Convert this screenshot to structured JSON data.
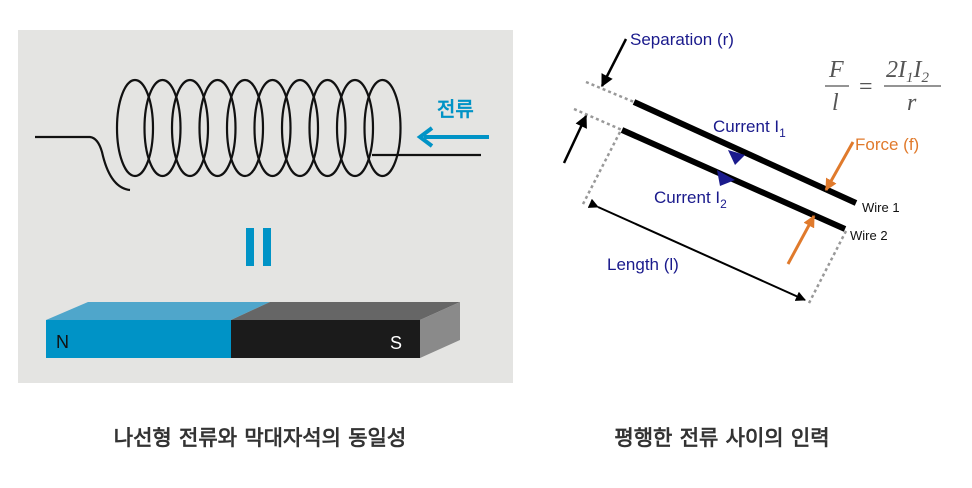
{
  "left_panel": {
    "current_label": "전류",
    "north_label": "N",
    "south_label": "S",
    "caption": "나선형 전류와 막대자석의 동일성"
  },
  "right_panel": {
    "separation_label": "Separation (r)",
    "current1_label": "Current I",
    "current1_sub": "1",
    "current2_label": "Current I",
    "current2_sub": "2",
    "force_label": "Force (f)",
    "wire1_label": "Wire 1",
    "wire2_label": "Wire 2",
    "length_label": "Length (l)",
    "equation": {
      "lhs_num": "F",
      "lhs_den": "l",
      "equals": "=",
      "rhs_num_a": "2I",
      "sub1": "1",
      "rhs_num_b": "I",
      "sub2": "2",
      "rhs_den": "r"
    },
    "caption": "평행한 전류 사이의 인력"
  },
  "colors": {
    "blue": "#0093C6",
    "navy": "#1a1a8c",
    "orange": "#E07A2C",
    "panel": "#E4E4E2"
  }
}
